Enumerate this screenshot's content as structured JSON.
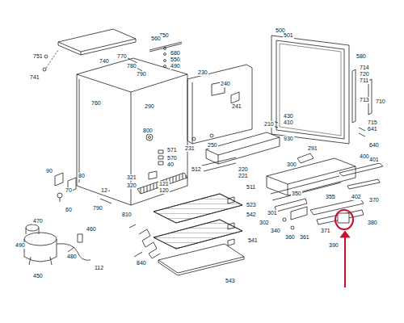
{
  "diagram": {
    "labels": [
      "750",
      "751",
      "741",
      "740",
      "560",
      "680",
      "550",
      "490",
      "770",
      "780",
      "790",
      "760",
      "290",
      "800",
      "230",
      "240",
      "241",
      "210",
      "231",
      "250",
      "220",
      "221",
      "500",
      "501",
      "580",
      "714",
      "720",
      "711",
      "713",
      "710",
      "715",
      "641",
      "640",
      "430",
      "410",
      "930",
      "571",
      "570",
      "40",
      "121",
      "120",
      "321",
      "320",
      "512",
      "511",
      "523",
      "542",
      "541",
      "543",
      "90",
      "80",
      "70",
      "60",
      "12",
      "790",
      "810",
      "840",
      "470",
      "490",
      "460",
      "480",
      "450",
      "112",
      "291",
      "300",
      "301",
      "302",
      "350",
      "401",
      "400",
      "402",
      "370",
      "371",
      "380",
      "390",
      "340",
      "360",
      "361",
      "355"
    ]
  }
}
